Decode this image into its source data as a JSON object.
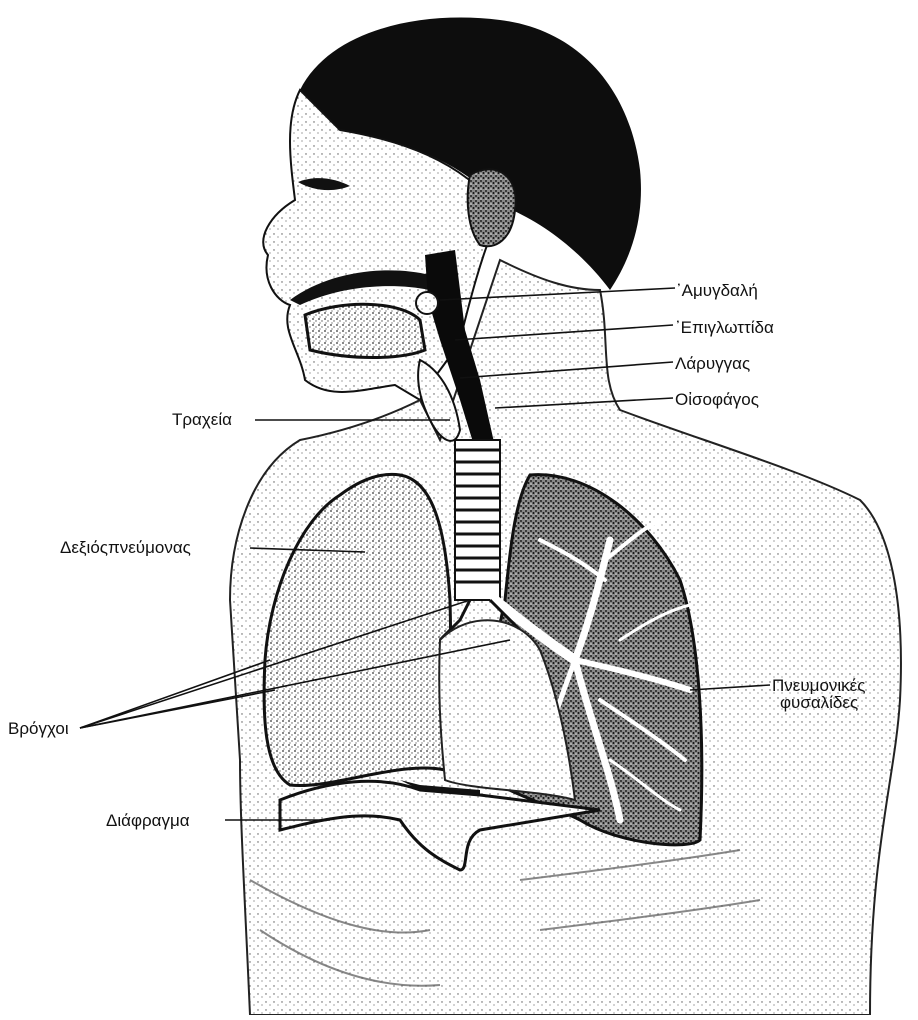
{
  "diagram": {
    "subject": "human-respiratory-system",
    "ink_color": "#111111",
    "paper_color": "#ffffff",
    "labels": {
      "tonsil": "᾿Αμυγδαλή",
      "epiglottis": "᾿Επιγλωττίδα",
      "larynx": "Λάρυγγας",
      "esophagus": "Οἰσοφάγος",
      "trachea": "Τραχεία",
      "right_lung": "Δεξιόςπνεύμονας",
      "bronchi": "Βρόγχοι",
      "diaphragm": "Διάφραγμα",
      "alveoli_line1": "Πνευμονικές",
      "alveoli_line2": "φυσαλίδες"
    }
  }
}
